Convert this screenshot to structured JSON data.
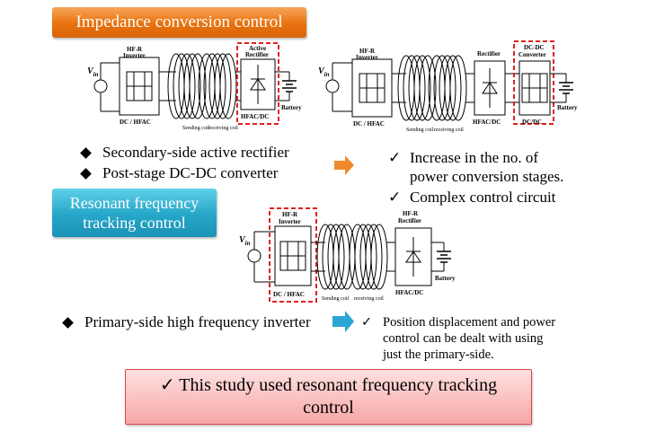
{
  "banners": {
    "impedance": "Impedance conversion control",
    "resonant_line1": "Resonant frequency",
    "resonant_line2": "tracking control"
  },
  "diagram_labels": {
    "vin": "V",
    "vin_sub": "in",
    "hfr_inverter_1": "HF-R",
    "hfr_inverter_2": "Inverter",
    "dc_hfac": "DC / HFAC",
    "sending_coil": "Sending coil",
    "receiving_coil": "receiving coil",
    "active_rectifier_1": "Active",
    "active_rectifier_2": "Rectifier",
    "hfac_dc": "HFAC/DC",
    "battery": "Battery",
    "rectifier": "Rectifier",
    "dcdc_converter_1": "DC-DC",
    "dcdc_converter_2": "Converter",
    "dc_dc": "DC/DC",
    "hfr_rectifier_1": "HF-R",
    "hfr_rectifier_2": "Rectifier"
  },
  "methods": {
    "item1": "Secondary-side active rectifier",
    "item2": "Post-stage DC-DC converter",
    "item3": "Primary-side high frequency inverter"
  },
  "drawbacks": {
    "item1_line1": "Increase in the no. of",
    "item1_line2": "power conversion stages.",
    "item2": "Complex control circuit"
  },
  "advantage": {
    "line1": "Position displacement and power",
    "line2": "control can be dealt with using",
    "line3": "just the primary-side."
  },
  "conclusion": {
    "line1": "This study used resonant frequency tracking",
    "line2": "control"
  },
  "symbols": {
    "check": "✓"
  },
  "colors": {
    "orange": "#e8720e",
    "blue": "#26a6c8",
    "red_dash": "#e02020",
    "pink": "#f6a6a6"
  }
}
